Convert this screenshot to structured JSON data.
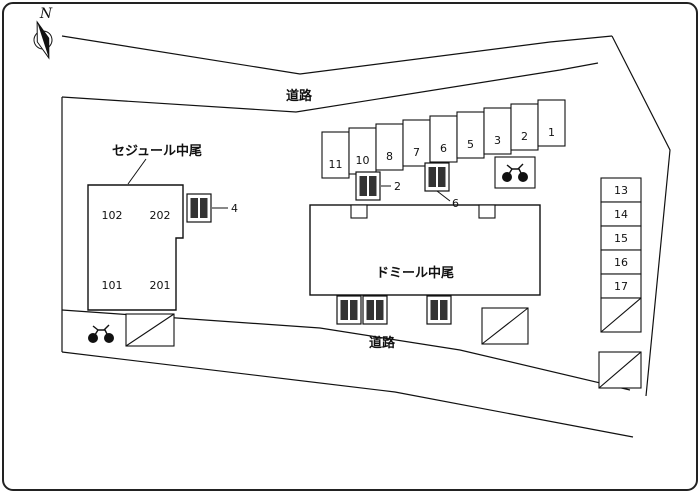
{
  "compass": {
    "label": "N"
  },
  "roads": {
    "top_label": "道路",
    "bottom_label": "道路"
  },
  "buildings": {
    "left": {
      "name": "セジュール中尾",
      "units": {
        "u102": "102",
        "u202": "202",
        "u101": "101",
        "u201": "201"
      }
    },
    "center": {
      "name": "ドミール中尾"
    }
  },
  "parking": {
    "top_row": [
      "11",
      "10",
      "8",
      "7",
      "6",
      "5",
      "3",
      "2",
      "1"
    ],
    "right_column": [
      "13",
      "14",
      "15",
      "16",
      "17"
    ]
  },
  "callouts": {
    "lift": "4",
    "box_a": "2",
    "box_b": "6"
  },
  "colors": {
    "ink": "#111111",
    "background": "#ffffff"
  }
}
